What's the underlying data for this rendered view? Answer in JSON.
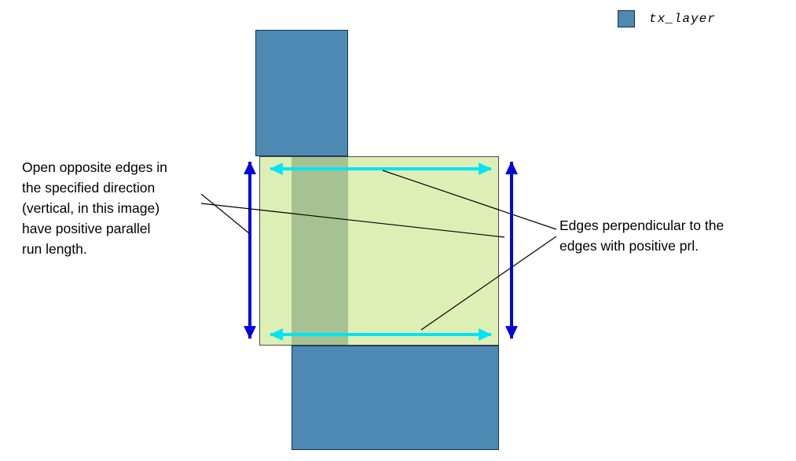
{
  "legend": {
    "label": "tx_layer",
    "swatch_color": "#4e89b4"
  },
  "colors": {
    "tx_layer_fill": "#4e89b4",
    "prl_region_fill": "#ddefb5",
    "overlap_fill": "#a6c293",
    "perpendicular_arrow": "#00e4f6",
    "prl_arrow": "#0505dd",
    "callout_line": "#000000"
  },
  "annotations": {
    "left": {
      "lines": [
        "Open opposite edges in",
        "the specified direction",
        "(vertical, in this image)",
        "have positive parallel",
        "run length."
      ]
    },
    "right": {
      "lines": [
        "Edges perpendicular to the",
        "edges with positive prl."
      ]
    }
  }
}
